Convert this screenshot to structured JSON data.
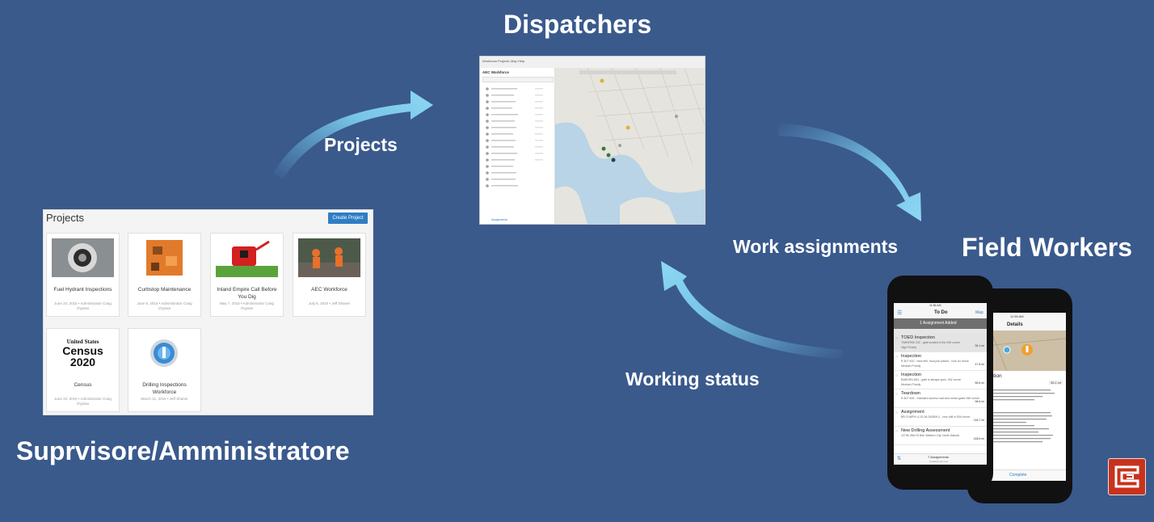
{
  "labels": {
    "dispatchers": "Dispatchers",
    "field_workers": "Field Workers",
    "supervisor": "Suprvisore/Amministratore",
    "projects_arrow": "Projects",
    "work_assignments": "Work assignments",
    "working_status": "Working status"
  },
  "projects_panel": {
    "title": "Projects",
    "create_button": "Create Project",
    "cards": [
      {
        "name": "Fuel Hydrant Inspections",
        "meta": "June 24, 2015 • Administrator Craig O'grass"
      },
      {
        "name": "Curbstop Maintenance",
        "meta": "June 6, 2015 • Administrator Craig O'grass"
      },
      {
        "name": "Inland Empire Call Before You Dig",
        "meta": "May 7, 2015 • Administrator Craig O'grass"
      },
      {
        "name": "AEC Workforce",
        "meta": "July 8, 2015 • Jeff Shaner"
      },
      {
        "name": "Census",
        "meta": "June 20, 2015 • Administrator Craig O'grass"
      },
      {
        "name": "Drilling Inspections Workforce",
        "meta": "March 31, 2015 • Jeff Shaner"
      }
    ],
    "census_logo": {
      "line1": "United States",
      "line2": "Census",
      "line3": "2020"
    }
  },
  "dispatcher_app": {
    "title": "AEC Workforce",
    "tabs": [
      "Workforce",
      "Projects",
      "Map",
      "Help"
    ],
    "footer": "Assignments"
  },
  "phone_front": {
    "time": "11:56 AM",
    "title": "To Do",
    "map_link": "Map",
    "banner": "1 Assignment Added",
    "items": [
      {
        "title": "TOED Inspection",
        "sub": "TWINFINE 202 - gate located in the NW corner",
        "priority": "High Priority",
        "dist": "36.1 mi"
      },
      {
        "title": "Inspection",
        "sub": "R-B-P 400 - New drill, mud pull placed - look for drone",
        "priority": "Medium Priority",
        "dist": "47.8 mi"
      },
      {
        "title": "Inspection",
        "sub": "BABORN 8D4 - gate is always open, SW corner",
        "priority": "Medium Priority",
        "dist": "58.6 mi"
      },
      {
        "title": "Teardown",
        "sub": "R-B-P 406 - Standard access road and metal gates NW corner",
        "priority": "",
        "dist": "98.6 mi"
      },
      {
        "title": "Assignment",
        "sub": "BB CHAPIN 4-1D 36-3ADBH-2 - new drill in SW corner",
        "priority": "",
        "dist": "118.7 mi"
      },
      {
        "title": "New Drilling Assessment",
        "sub": "12796 26th St NW, Watford City, North Dakota",
        "priority": "",
        "dist": "148.6 mi"
      }
    ],
    "footer": "7 Assignments",
    "footer_sub": "Updated just now"
  },
  "phone_back": {
    "time": "11:56 AM",
    "title": "Details",
    "heading": "Inspection",
    "dist": "36.1 mi",
    "button": "Complete"
  },
  "colors": {
    "background": "#3a5a8c",
    "arrow": "#6fc8ee",
    "accent_button": "#2f7dc4",
    "logo": "#c8321c"
  }
}
